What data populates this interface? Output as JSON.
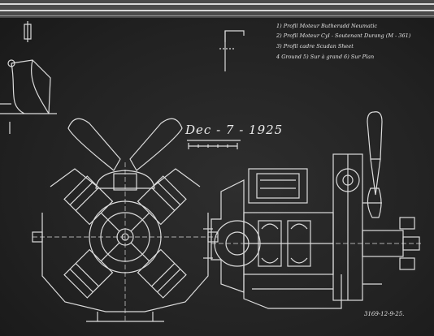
{
  "notes": [
    "1) Profil Moteur Butheradd Neumatic",
    "2) Profil Moteur Cyl - Soutenant Durang (M - 361)",
    "3) Profil cadre Scudan Sheet",
    "4 Ground  5) Sur à grand  6) Sur Plan"
  ],
  "date_stamp": "Dec - 7 - 1925",
  "drawing_number": "3169-12-9-25."
}
